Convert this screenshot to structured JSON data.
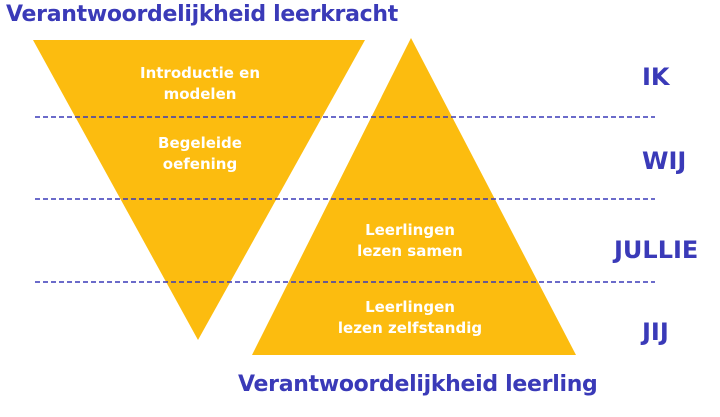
{
  "title_top": "Verantwoordelijkheid leerkracht",
  "title_bottom": "Verantwoordelijkheid leerling",
  "teacher_steps": [
    {
      "lines": [
        "Introductie en",
        "modelen"
      ]
    },
    {
      "lines": [
        "Begeleide",
        "oefening"
      ]
    }
  ],
  "student_steps": [
    {
      "lines": [
        "Leerlingen",
        "lezen samen"
      ]
    },
    {
      "lines": [
        "Leerlingen",
        "lezen zelfstandig"
      ]
    }
  ],
  "pronouns": [
    "IK",
    "WIJ",
    "JULLIE",
    "JIJ"
  ],
  "colors": {
    "triangle": "#fcbc0f",
    "accent": "#3a3ab8",
    "dashed_line": "#3a3ab8"
  }
}
